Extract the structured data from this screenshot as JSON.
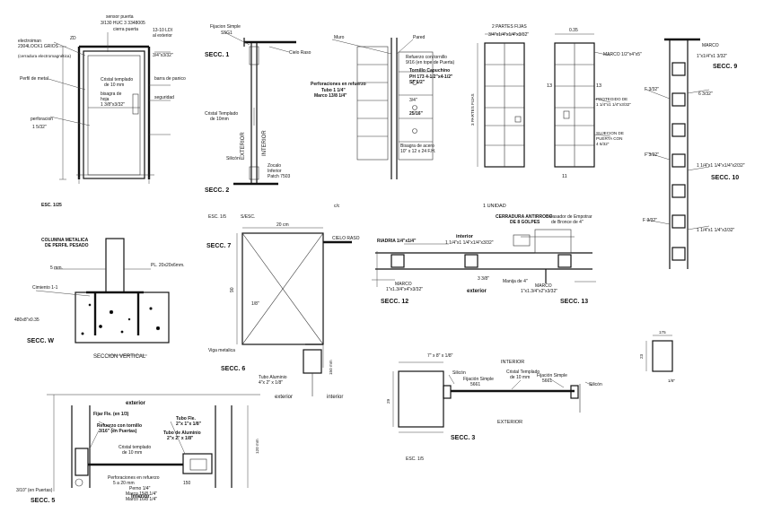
{
  "labels": {
    "electromag": "electroiman",
    "electromag_spec": "2304LOCK1 GRIOS",
    "electromag_note": "(cerradura electromagnética)",
    "sensor_top": "sensor puerta",
    "sensor_top2": "3/130 HUC 3 3348005",
    "sensor_top3": "cierra puerta",
    "zero_ld": "ZD",
    "pull_ld": "13-10 LDI",
    "pull_al": "al exterior",
    "size_ext": "3/4\"x3/32\"",
    "marco_metal": "Perfil de metal",
    "cristal_left": "Cristal templado",
    "cristal_left2": "de 10 mm",
    "bisagra": "bisagra de",
    "bisagra2": "hoja",
    "barra": "barra de panico",
    "barra2": "seguridad",
    "tubo_left": "1 3/8\"x3/32\"",
    "perforacion": "perforacion",
    "perf_size": "1 5/32\"",
    "esc_125": "ESC. 1/25",
    "fijacion": "Fijacion Simple",
    "fijacion_code": "S5G1",
    "secc1": "SECC. 1",
    "cielo_raso": "Cielo Raso",
    "cristal_mid": "Cristal Templado",
    "cristal_mid2": "de 10mm",
    "exterior_v": "EXTERIOR",
    "interior_v": "INTERIOR",
    "silicon": "Silicón",
    "zocalo": "Zocalo",
    "zocalo2": "Inferior",
    "zocalo3": "Patch 7503",
    "secc2": "SECC. 2",
    "muro": "Muro",
    "pared": "Pared",
    "refuerzo": "Refuerzo con tornillo",
    "refuerzo2": "9/16 (en tope de Puerta)",
    "perforaciones": "Perforaciones en refuerzo",
    "tubo_sec": "Tubo 1 1/4\"",
    "marco_sec": "Marco 13/8 1/4\"",
    "tornillo_c": "Tornillo Capuchino",
    "tornillo_c2": "PH 173 4-1/2\"x4-1/2\"",
    "tornillo_c3": "ST 1/2\"",
    "size_25": "25/16\"",
    "size_sm": "3/4\"",
    "rmn_bisagra": "Bisagra de acero",
    "rmn_bisagra2": "10\" x 12 x 24 F.H.",
    "cc": "c/c",
    "partes_fijas": "2 PARTES FIJAS",
    "size_top": "3/4\"x1/4\"x1/4\"x3/32\"",
    "dim_side": "3 PARTES FIJAS",
    "unidad": "1 UNIDAD",
    "dim_035": "0.35",
    "marco_r": "MARCO 1/2\"x4\"x5\"",
    "dim_13a": "13",
    "dim_13b": "13",
    "dim_11": "11",
    "protegido": "PROTEGIDO DE",
    "protegido2": "1 1/4\"x1 1/4\"x3/32\"",
    "sujecion": "SUJECION DE",
    "sujecion2": "PUERTA CON",
    "sujecion3": "4 6/32\"",
    "marco_far": "MARCO",
    "marco_far2": "1\"x1/4\"x1 3/32\"",
    "secc9": "SECC. 9",
    "f332": "F 3/32\"",
    "f332b": "6 3/32\"",
    "f332c": "F 3/32\"",
    "f332d": "F 3/32\"",
    "secc10": "SECC. 10",
    "far_dim1": "1 1/4\"x1 1/4\"x1/4\"x2/32\"",
    "far_dim2": "1 1/4\"x1 1/4\"x3/32\"",
    "col_metal": "COLUMNA METALICA",
    "col_metal2": "DE PERFIL PESADO",
    "col_mm": "5 mm.",
    "pl_label": "PL. 20x20x6mm.",
    "cimiento": "Cimiento 1-1",
    "dim_base": "480x8\"x0.35",
    "secc_w": "SECC. W",
    "seccion_vertical": "SECCION VERTICAL",
    "esc_15": "ESC. 1/5",
    "secc6_title": "S/ESC.",
    "dim_20cm": "20 cm",
    "secc7": "SECC. 7",
    "cielo_raso2": "CIELO RASO",
    "dim_90": "90",
    "dim_18": "1/8\"",
    "viga": "Viga metalica",
    "secc6": "SECC. 6",
    "tubo_al": "Tubo Aluminio",
    "tubo_al2": "4\"x 2\" x 1/8\"",
    "dim_vert": "150 mm",
    "exterior_low": "exterior",
    "interior_low": "interior",
    "cerradura": "CERRADURA ANTIRROBO",
    "cerradura2": "DE 8 GOLPES",
    "pasador": "Pasador de Empotrar",
    "pasador2": "de Bronce de 4\"",
    "riadria": "RIADRIA 1/4\"x1/4\"",
    "interior_h": "interior",
    "dim_row": "1 1/4\"x1 1/4\"x1/4\"x3/32\"",
    "dim_38": "3 3/8\"",
    "manija": "Manija de 4\"",
    "marco_l": "MARCO",
    "marco_l2": "1\"x1.3/4\"x4\"x3/32\"",
    "exterior_h": "exterior",
    "marco_r2": "MARCO",
    "marco_r3": "1\"x1.3/4\"x2\"x3/32\"",
    "secc12": "SECC. 12",
    "secc13": "SECC. 13",
    "box_dim_top": "175",
    "box_dim_left": "23",
    "box_dim_bot": "1/8\"",
    "exterior_big": "exterior",
    "tubo_fix": "Fijar Fle. (en 1/3)",
    "refuerzo_low": "Refuerzo con tornillo",
    "refuerzo_low2": "3/16\" (en Puertas)",
    "tubo_sq": "Tubo Fle.",
    "tubo_sq2": "2\"x 1\"x 1/8\"",
    "tubo_alum": "Tubo de Aluminio",
    "tubo_alum2": "2\"x 2\" x 1/8\"",
    "cristal_low": "Cristal templado",
    "cristal_low2": "de 10 mm",
    "perfs_low": "Perforaciones en refuerzo",
    "perfs_low2": "5 a 20 mm",
    "perno": "Perno 1/4\"",
    "perno2": "Marco 15/8 1/4\"",
    "perno3": "Marco 16/8 1/4\"",
    "dim_s10": "3/10\" (en Puertas)",
    "secc5": "SECC. 5",
    "interior_big": "interior",
    "dim_vright": "120 mm",
    "dim_150": "150",
    "fijacion_a": "Silicón",
    "cristal_fix": "Cristal Templado",
    "cristal_fix2": "de 10 mm",
    "fijacion_s1": "Fijación Simple",
    "fijacion_s1b": "5661",
    "fijacion_s2": "Fijación Simple",
    "fijacion_s2b": "5661",
    "silicon_r": "Silicón",
    "dim_top8": "7\" x 8\" x 1/8\"",
    "interior_up": "INTERIOR",
    "exterior_up": "EXTERIOR",
    "dim_left8": "29",
    "secc3": "SECC. 3",
    "esc_15b": "ESC. 1/5"
  }
}
